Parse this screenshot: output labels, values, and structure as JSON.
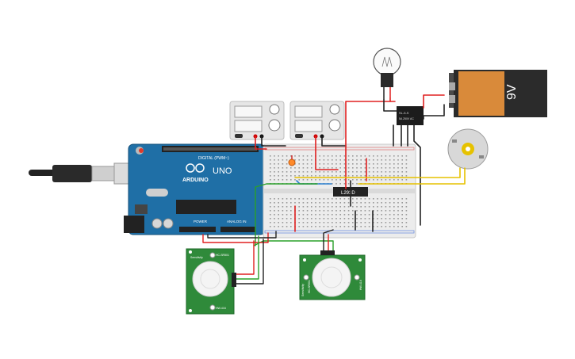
{
  "arduino": {
    "brand_label": "ARDUINO",
    "model_label": "UNO",
    "digital_header": "DIGITAL (PWM~)",
    "power_header": "POWER",
    "analog_header": "ANALOG IN",
    "board_color": "#1f6fa6"
  },
  "battery": {
    "voltage_label": "9V",
    "body_color": "#2b2b2b",
    "cap_color": "#d98a3a"
  },
  "driver_chip": {
    "label": "L293D"
  },
  "relay": {
    "label_line1": "SL-5-S",
    "label_line2": "5A 250V AC"
  },
  "pir_sensors": [
    {
      "label_top": "HC-SR501",
      "label_side": "HW-416",
      "label_left": "Sensitivity"
    },
    {
      "label_top": "HC-SR501",
      "label_side": "HW-416",
      "label_left": "Sensitivity"
    }
  ],
  "wire_colors": {
    "red": "#e02020",
    "black": "#222222",
    "green": "#2aa02a",
    "yellow": "#e6c200",
    "blue": "#2a7fd0"
  }
}
